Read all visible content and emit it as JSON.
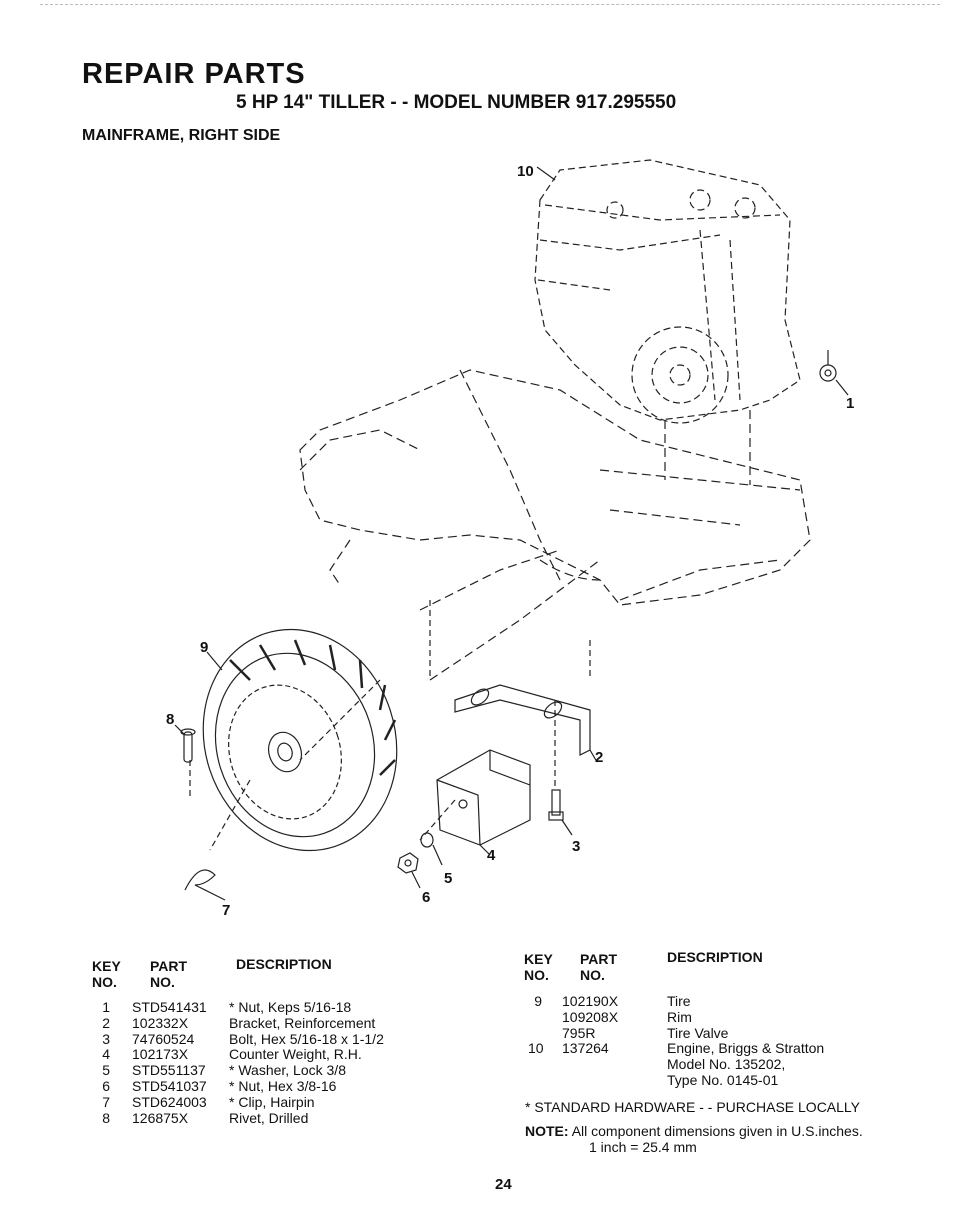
{
  "header": {
    "title": "REPAIR PARTS",
    "subtitle": "5 HP 14\" TILLER - - MODEL NUMBER 917.295550",
    "section": "MAINFRAME, RIGHT SIDE"
  },
  "diagram": {
    "callouts": [
      "10",
      "1",
      "9",
      "8",
      "2",
      "3",
      "4",
      "5",
      "6",
      "7"
    ]
  },
  "table_headers": {
    "key_line1": "KEY",
    "key_line2": "NO.",
    "part_line1": "PART",
    "part_line2": "NO.",
    "description": "DESCRIPTION"
  },
  "parts_left": [
    {
      "key": "1",
      "part": "STD541431",
      "desc": "* Nut, Keps 5/16-18"
    },
    {
      "key": "2",
      "part": "102332X",
      "desc": "Bracket, Reinforcement"
    },
    {
      "key": "3",
      "part": "74760524",
      "desc": "Bolt, Hex 5/16-18 x 1-1/2"
    },
    {
      "key": "4",
      "part": "102173X",
      "desc": "Counter Weight, R.H."
    },
    {
      "key": "5",
      "part": "STD551137",
      "desc": "* Washer, Lock 3/8"
    },
    {
      "key": "6",
      "part": "STD541037",
      "desc": "* Nut, Hex 3/8-16"
    },
    {
      "key": "7",
      "part": "STD624003",
      "desc": "* Clip, Hairpin"
    },
    {
      "key": "8",
      "part": "126875X",
      "desc": "Rivet, Drilled"
    }
  ],
  "parts_right": [
    {
      "key": "9",
      "part": "102190X",
      "desc": "Tire"
    },
    {
      "key": "",
      "part": "109208X",
      "desc": "Rim"
    },
    {
      "key": "",
      "part": "795R",
      "desc": "Tire Valve"
    },
    {
      "key": "10",
      "part": "137264",
      "desc": "Engine, Briggs & Stratton"
    },
    {
      "key": "",
      "part": "",
      "desc": "Model No. 135202,"
    },
    {
      "key": "",
      "part": "",
      "desc": "Type No. 0145-01"
    }
  ],
  "footer": {
    "standard_hardware": "* STANDARD HARDWARE - - PURCHASE LOCALLY",
    "note_label": "NOTE:",
    "note_text": "All component dimensions given in U.S.inches.",
    "note_line2": "1 inch = 25.4 mm",
    "page_number": "24"
  }
}
